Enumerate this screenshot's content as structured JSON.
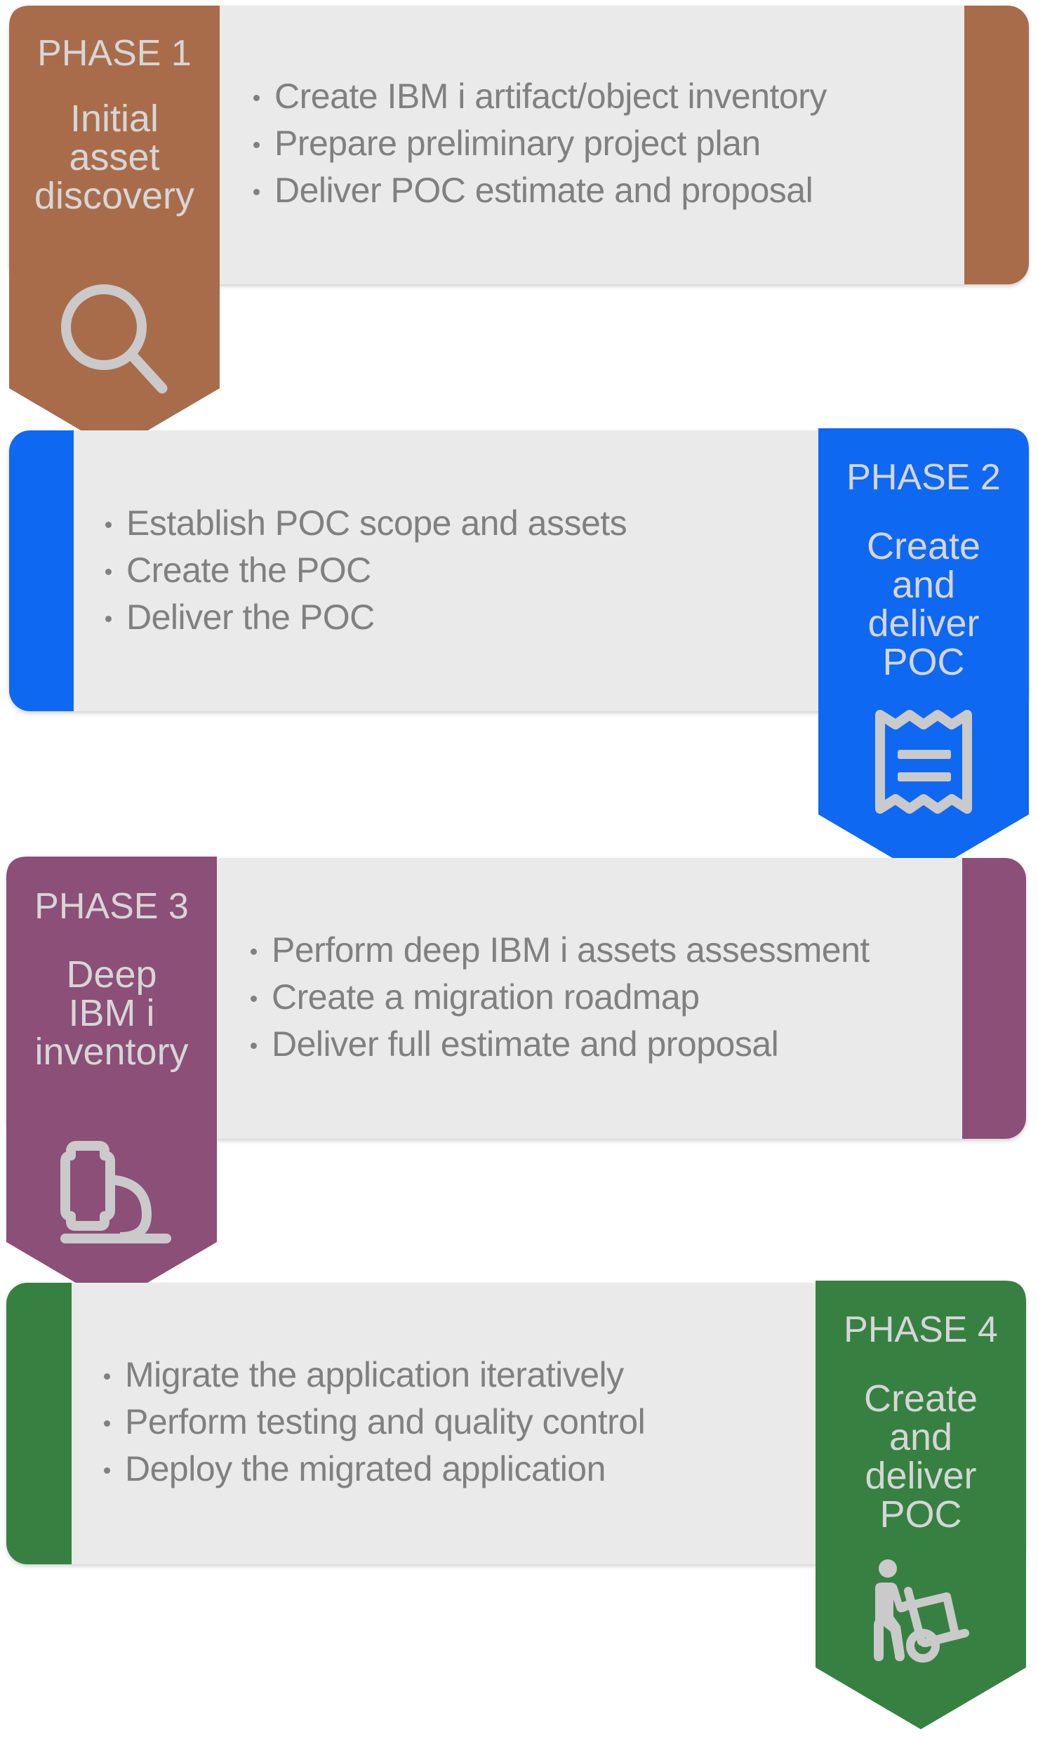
{
  "colors": {
    "phase1": "#a96c4a",
    "phase2": "#0f68f2",
    "phase3": "#8b4f78",
    "phase4": "#368142",
    "panel": "#eaeaea",
    "bullet_text": "#808080",
    "tab_text": "#d6d6d6",
    "icon": "#cacaca"
  },
  "phases": [
    {
      "label": "PHASE 1",
      "title_lines": [
        "Initial",
        "asset",
        "discovery"
      ],
      "icon": "magnifier-icon",
      "bullets": [
        "Create IBM i artifact/object inventory",
        "Prepare preliminary project plan",
        "Deliver POC estimate and proposal"
      ]
    },
    {
      "label": "PHASE 2",
      "title_lines": [
        "Create",
        "and",
        "deliver",
        "POC"
      ],
      "icon": "receipt-icon",
      "bullets": [
        "Establish POC scope and assets",
        "Create the POC",
        "Deliver the POC"
      ]
    },
    {
      "label": "PHASE 3",
      "title_lines": [
        "Deep",
        "IBM i",
        "inventory"
      ],
      "icon": "microscope-icon",
      "bullets": [
        "Perform deep IBM i assets assessment",
        "Create a migration roadmap",
        "Deliver full estimate and proposal"
      ]
    },
    {
      "label": "PHASE 4",
      "title_lines": [
        "Create",
        "and",
        "deliver",
        "POC"
      ],
      "icon": "hand-truck-worker-icon",
      "bullets": [
        "Migrate the application iteratively",
        "Perform testing and quality control",
        "Deploy the migrated application"
      ]
    }
  ]
}
